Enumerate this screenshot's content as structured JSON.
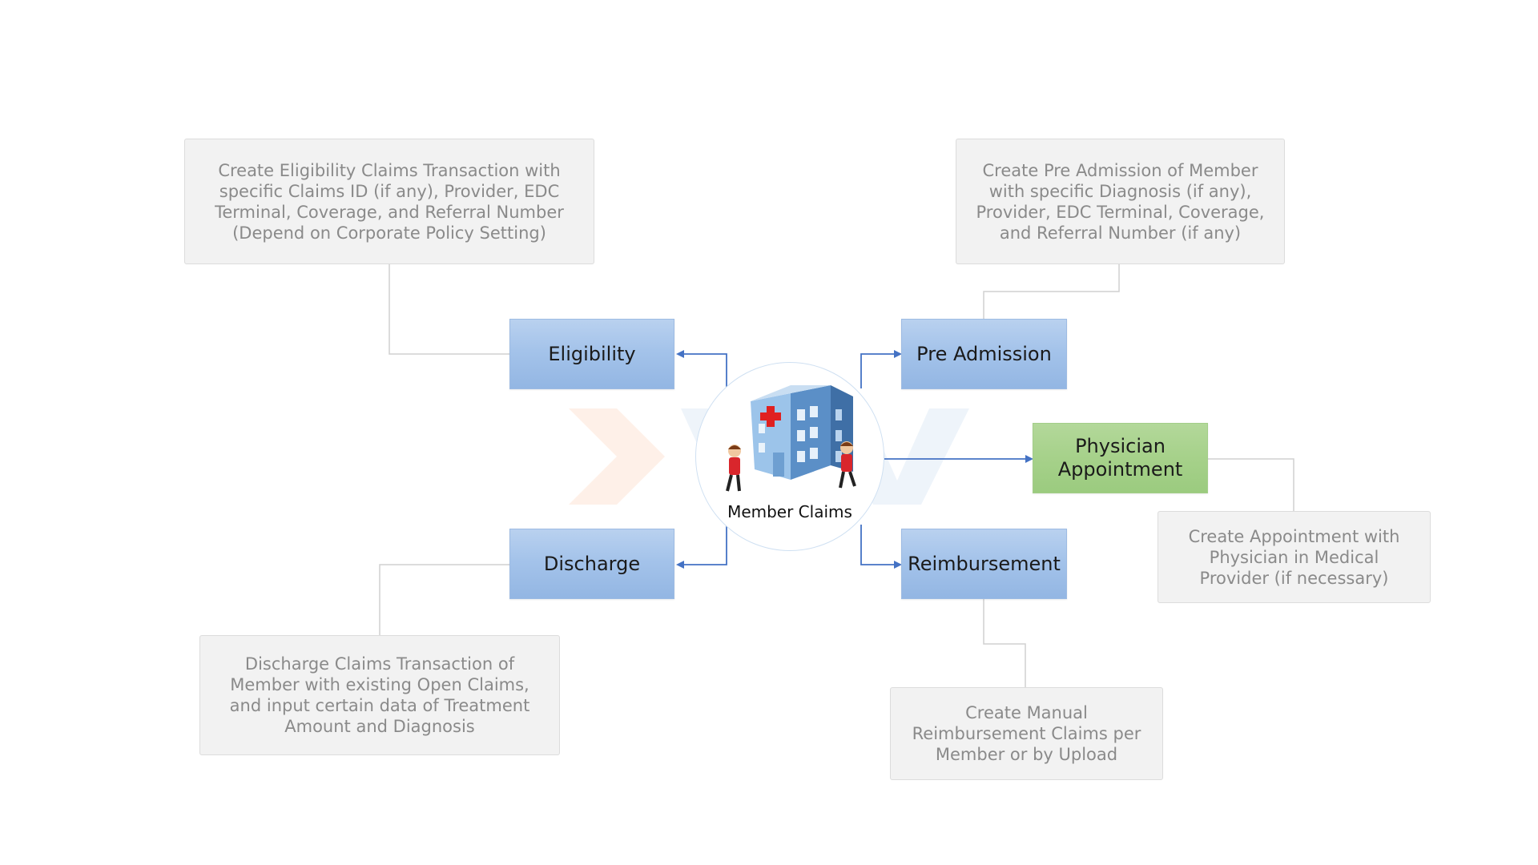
{
  "diagram": {
    "hub": {
      "label": "Member Claims",
      "icon": "hospital-building-icon"
    },
    "nodes": {
      "eligibility": {
        "label": "Eligibility",
        "color": "#a4c3ea"
      },
      "pre_admission": {
        "label": "Pre Admission",
        "color": "#a4c3ea"
      },
      "physician_appointment": {
        "label": "Physician\nAppointment",
        "color": "#a6d18a"
      },
      "discharge": {
        "label": "Discharge",
        "color": "#a4c3ea"
      },
      "reimbursement": {
        "label": "Reimbursement",
        "color": "#a4c3ea"
      }
    },
    "descriptions": {
      "eligibility": "Create Eligibility Claims Transaction with specific Claims ID (if any), Provider, EDC Terminal, Coverage, and Referral Number (Depend on Corporate Policy Setting)",
      "pre_admission": "Create Pre Admission of Member with specific Diagnosis (if any), Provider, EDC Terminal, Coverage, and Referral Number (if any)",
      "physician_appointment": "Create Appointment with Physician in Medical Provider (if necessary)",
      "discharge": "Discharge Claims Transaction of Member with existing Open Claims, and input certain data of Treatment Amount and Diagnosis",
      "reimbursement": "Create Manual Reimbursement Claims per Member or by Upload"
    },
    "colors": {
      "arrow": "#4472c4",
      "description_connector": "#d0d0d0",
      "description_box_bg": "#f2f2f2",
      "description_text": "#8a8a8a"
    }
  }
}
